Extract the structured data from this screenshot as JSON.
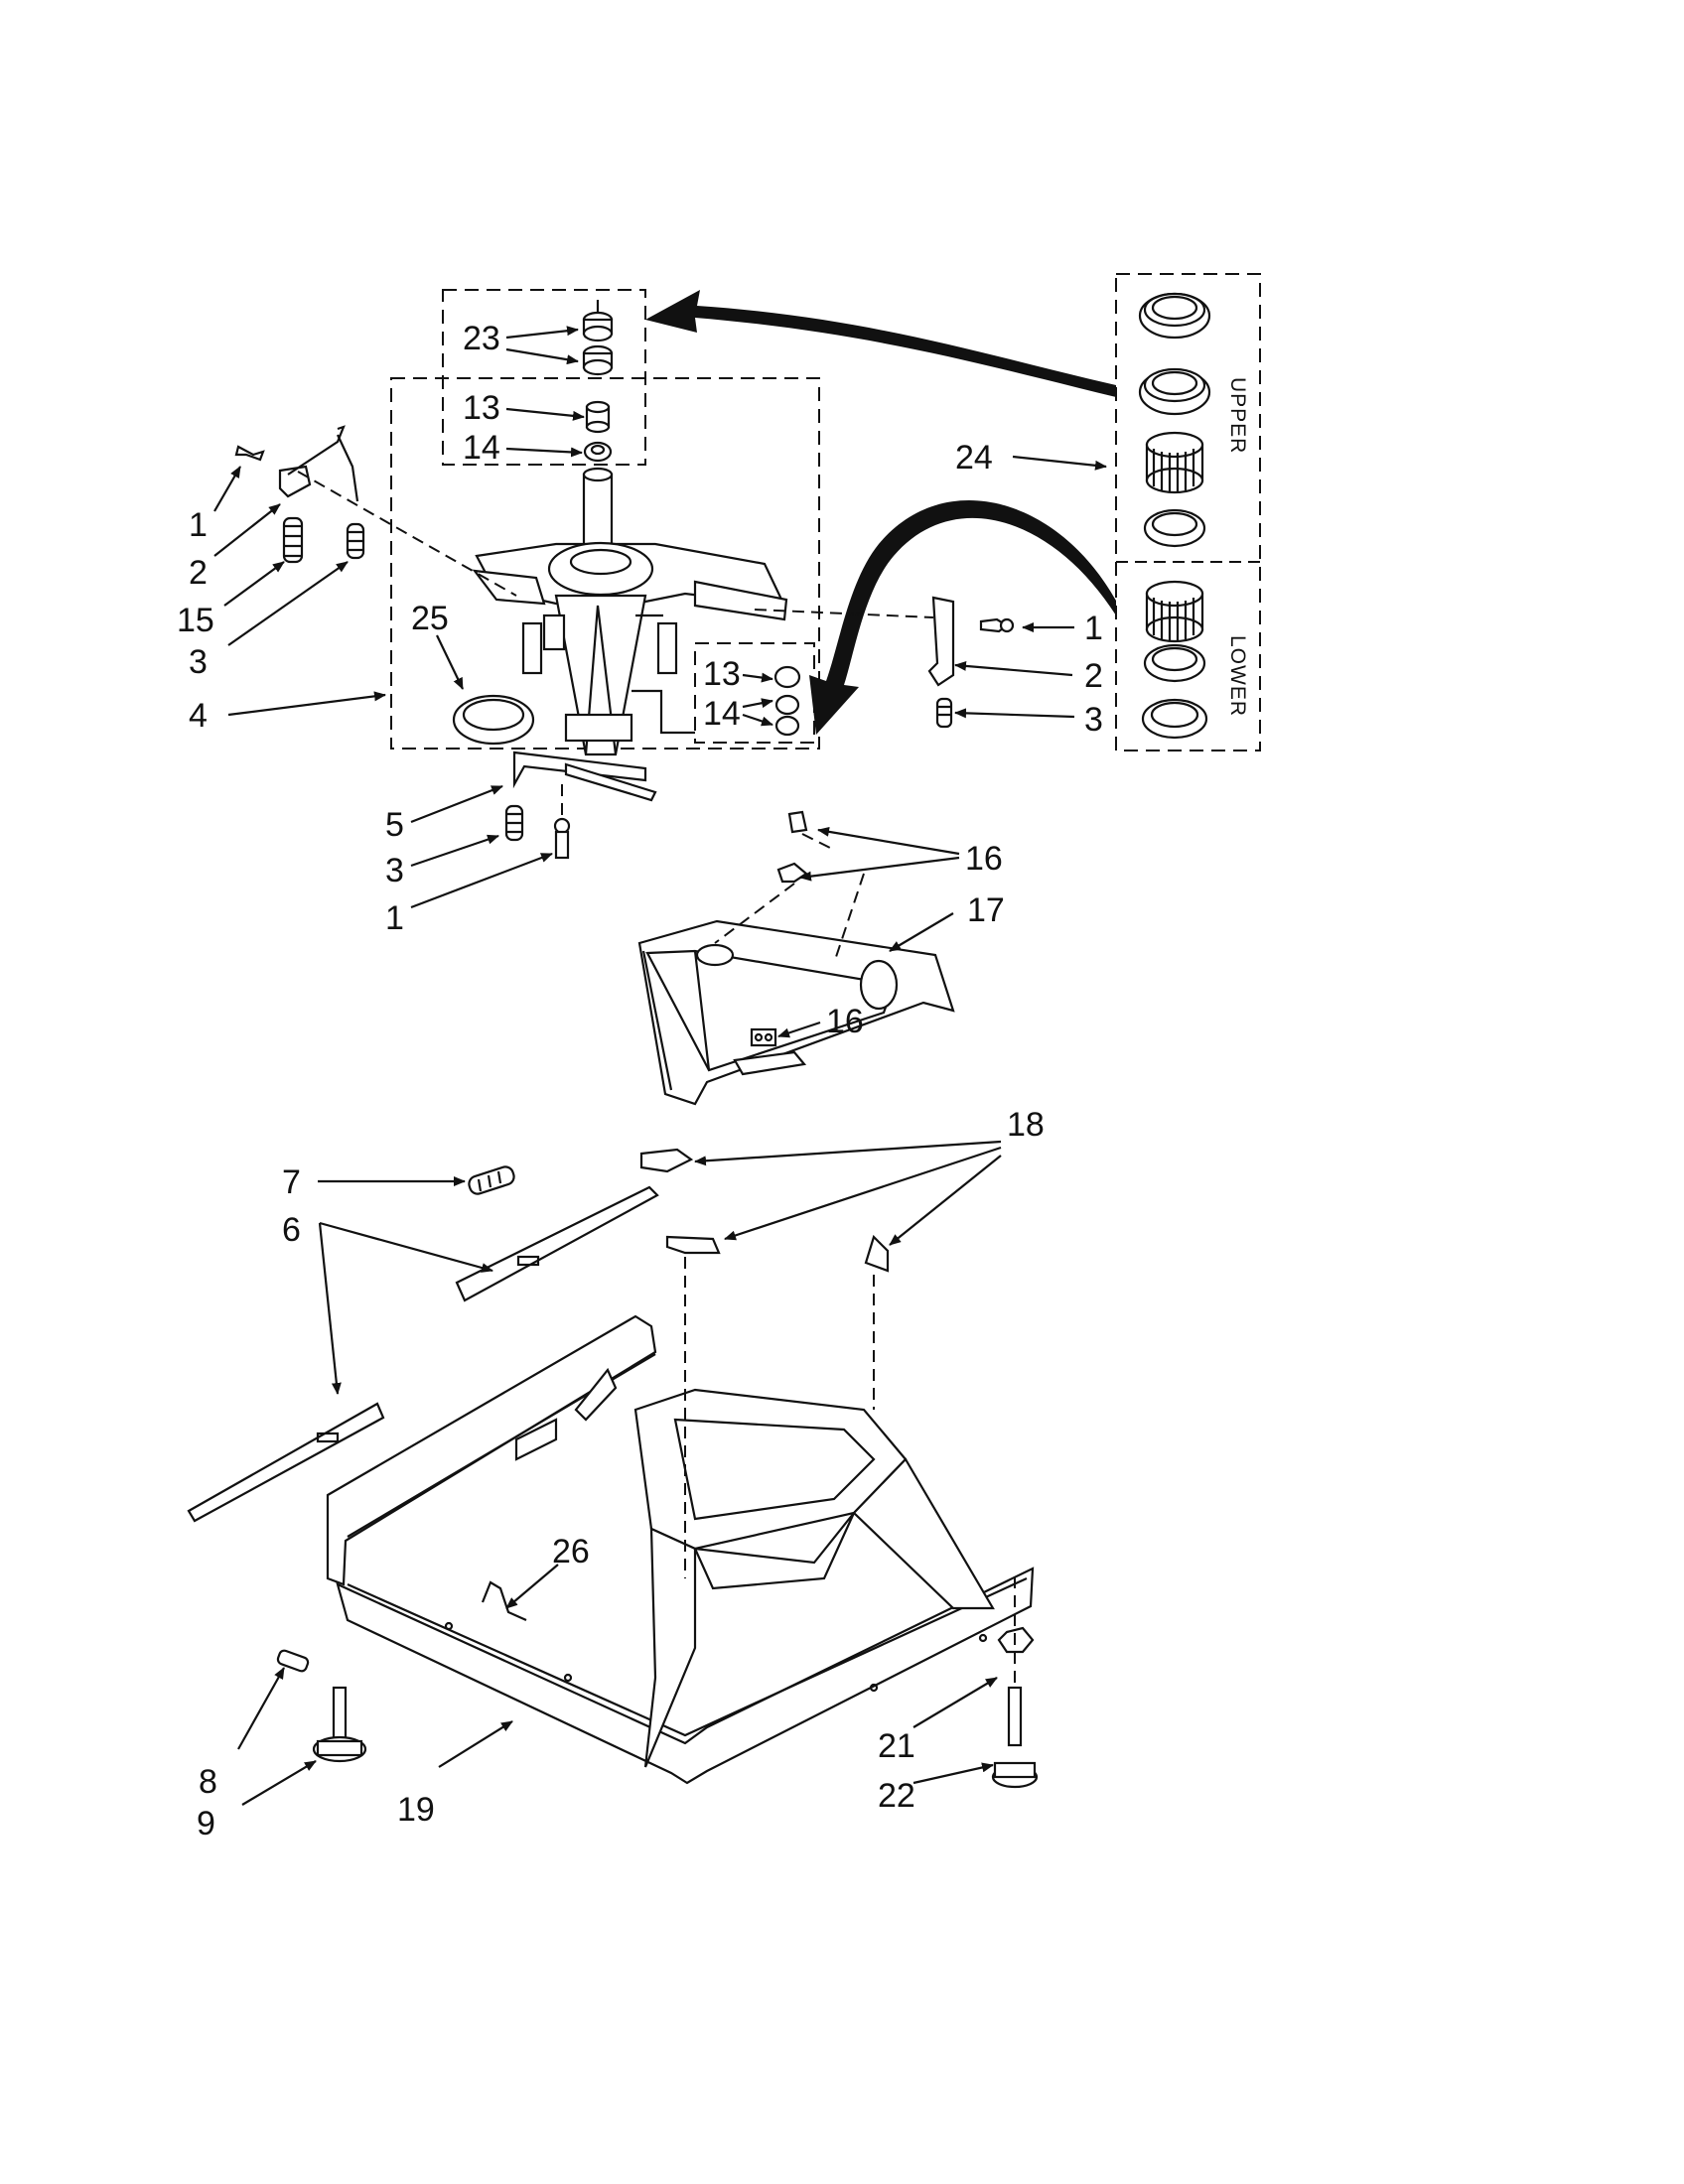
{
  "diagram": {
    "labels": {
      "c1a": "1",
      "c2a": "2",
      "c15": "15",
      "c3a": "3",
      "c4": "4",
      "c25": "25",
      "c23": "23",
      "c13a": "13",
      "c14a": "14",
      "c13b": "13",
      "c14b": "14",
      "c24": "24",
      "c1b": "1",
      "c2b": "2",
      "c3b": "3",
      "c5": "5",
      "c3c": "3",
      "c1c": "1",
      "c16a": "16",
      "c17": "17",
      "c16b": "16",
      "c18": "18",
      "c7": "7",
      "c6": "6",
      "c26": "26",
      "c8": "8",
      "c9": "9",
      "c19": "19",
      "c21": "21",
      "c22": "22"
    },
    "kit_labels": {
      "upper": "UPPER",
      "lower": "LOWER"
    }
  }
}
